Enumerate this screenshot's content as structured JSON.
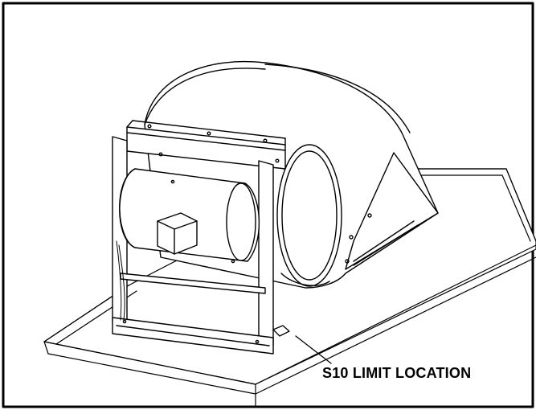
{
  "diagram": {
    "callout": {
      "label": "S10 LIMIT LOCATION"
    },
    "colors": {
      "line": "#000000",
      "background": "#ffffff"
    },
    "icons": [
      "blower-assembly-drawing",
      "limit-switch-marker"
    ]
  }
}
